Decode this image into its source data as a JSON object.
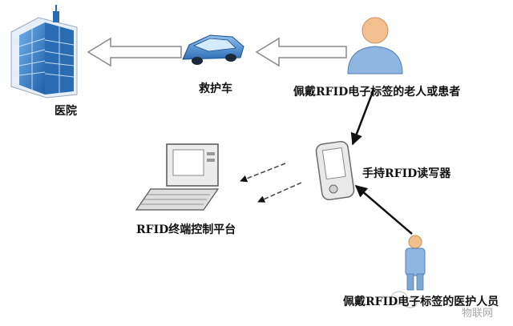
{
  "nodes": {
    "hospital": {
      "label": "医院"
    },
    "ambulance": {
      "label": "救护车"
    },
    "patient": {
      "label": "佩戴RFID电子标签的老人或患者"
    },
    "reader": {
      "label": "手持RFID读写器"
    },
    "terminal": {
      "label": "RFID终端控制平台"
    },
    "medical_staff": {
      "label": "佩戴RFID电子标签的医护人员"
    }
  },
  "watermark": {
    "text": "物联网"
  },
  "colors": {
    "arrow_outline": "#8a8a8a",
    "arrow_dark": "#111111",
    "person_body": "#8fb6e0",
    "person_skin": "#f2c08e",
    "building": "#3b7fc4",
    "car": "#4f8fd0"
  }
}
